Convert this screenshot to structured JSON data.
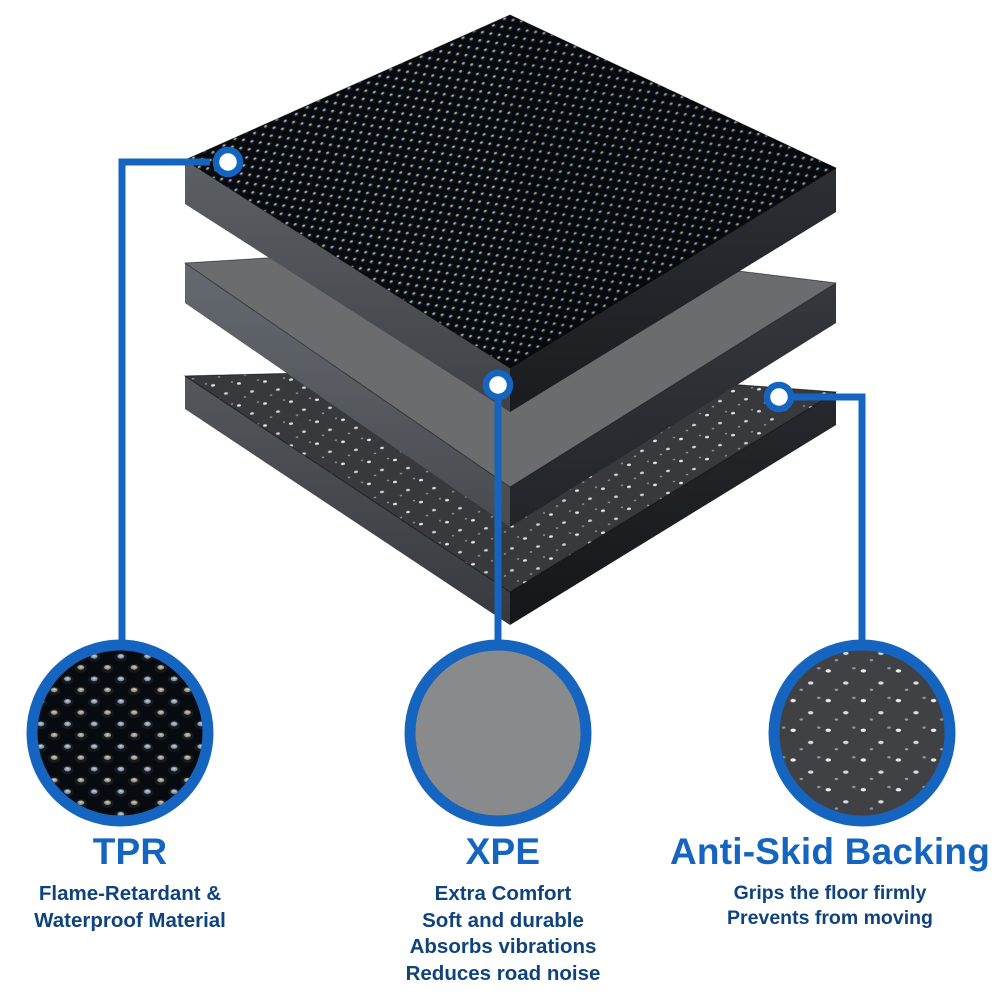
{
  "graphic": {
    "type": "exploded-layer-diagram",
    "accent_color": "#1565c0",
    "title_color": "#1565c0",
    "body_color": "#10437e",
    "background_color": "#ffffff",
    "layers": [
      {
        "id": "top",
        "name": "TPR surface layer",
        "top_color": "#0d0f14",
        "edge_color": "#4a4d52",
        "texture": "diamond-stud-grid"
      },
      {
        "id": "middle",
        "name": "XPE foam core layer",
        "top_color": "#23262a",
        "edge_color": "#55585d",
        "texture": "granular-foam"
      },
      {
        "id": "bottom",
        "name": "Anti-skid backing layer",
        "top_color": "#0c0d10",
        "edge_color": "#3e4146",
        "texture": "speckled-fabric"
      }
    ],
    "callouts": [
      {
        "id": "tpr",
        "marker_label": "callout-marker-tpr",
        "circle_label": "texture-swatch-tpr"
      },
      {
        "id": "xpe",
        "marker_label": "callout-marker-xpe",
        "circle_label": "texture-swatch-xpe"
      },
      {
        "id": "ask",
        "marker_label": "callout-marker-anti-skid",
        "circle_label": "texture-swatch-anti-skid"
      }
    ]
  },
  "columns": [
    {
      "id": "tpr",
      "title": "TPR",
      "lines": [
        "Flame-Retardant &",
        "Waterproof Material"
      ]
    },
    {
      "id": "xpe",
      "title": "XPE",
      "lines": [
        "Extra Comfort",
        "Soft and durable",
        "Absorbs vibrations",
        "Reduces road noise"
      ]
    },
    {
      "id": "anti_skid",
      "title": "Anti-Skid Backing",
      "lines": [
        "Grips the floor firmly",
        "Prevents from moving"
      ]
    }
  ]
}
